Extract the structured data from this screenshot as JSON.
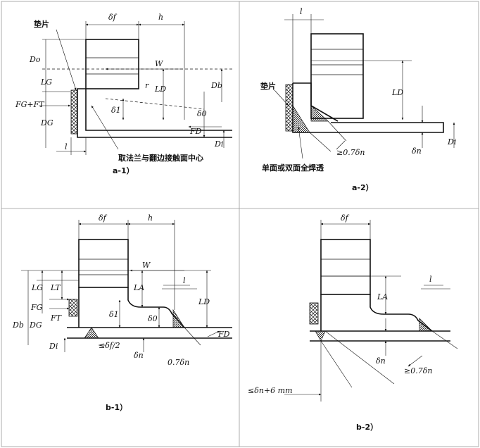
{
  "panels": {
    "a1": {
      "caption": "a-1）",
      "labels": {
        "delta_f": "δf",
        "h": "h",
        "Do": "Do",
        "W": "W",
        "LG": "LG",
        "LD": "LD",
        "Db": "Db",
        "r": "r",
        "delta_1": "δ1",
        "delta_0": "δ0",
        "FG_FT": "FG+FT",
        "DG": "DG",
        "FD": "FD",
        "Di": "Di",
        "l": "l"
      },
      "gasket": "垫片",
      "note": "取法兰与翻边接触面中心"
    },
    "a2": {
      "caption": "a-2）",
      "labels": {
        "l": "l",
        "LD": "LD",
        "delta_n": "δn",
        "Di": "Di",
        "weld": "≥0.7δn"
      },
      "gasket": "垫片",
      "note": "单面或双面全焊透"
    },
    "b1": {
      "caption": "b-1）",
      "labels": {
        "delta_f": "δf",
        "h": "h",
        "W": "W",
        "LG": "LG",
        "LT": "LT",
        "LA": "LA",
        "l": "l",
        "LD": "LD",
        "Db": "Db",
        "DG": "DG",
        "FG": "FG",
        "FT": "FT",
        "delta_1": "δ1",
        "delta_0": "δ0",
        "FD": "FD",
        "Di": "Di",
        "half": "≤δf/2",
        "delta_n": "δn",
        "weld": "0.7δn"
      }
    },
    "b2": {
      "caption": "b-2）",
      "labels": {
        "delta_f": "δf",
        "LA": "LA",
        "l": "l",
        "delta_n": "δn",
        "weld": "≥0.7δn",
        "gap": "≤δn+6 mm"
      }
    }
  }
}
